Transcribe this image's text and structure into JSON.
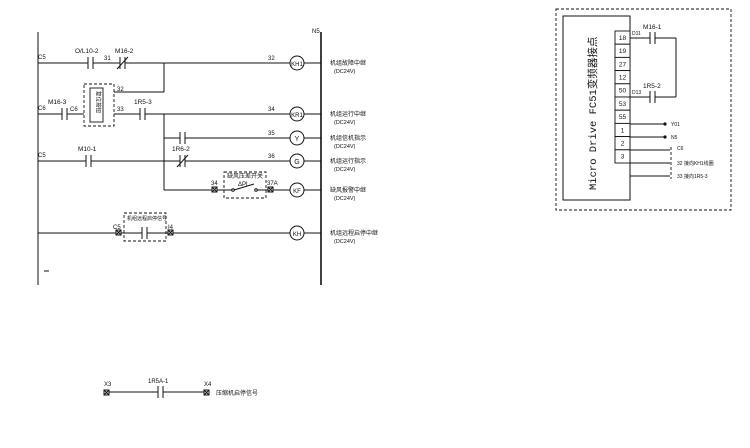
{
  "schematic": {
    "rail_label": "N5",
    "rows": {
      "fault_relay": {
        "wire_left": "C5",
        "contact_a": "O/L10-2",
        "wire_a": "31",
        "contact_b": "M16-2",
        "wire_out": "32",
        "coil": "KH1",
        "desc": "机组故障中继",
        "volt": "(DC24V)",
        "reset_button": "复位按钮",
        "wire_reset": "32"
      },
      "run_relay": {
        "wire_left": "C6",
        "contact_a": "M16-3",
        "wire_mid": "C6",
        "wire_a": "33",
        "contact_b": "1R5-3",
        "wire_out": "34",
        "coil": "KR1",
        "desc": "机组运行中继",
        "volt": "(DC24V)"
      },
      "fault_indicator": {
        "wire_out": "35",
        "coil": "Y",
        "desc": "机组信机指示",
        "volt": "(DC24V)"
      },
      "run_indicator": {
        "wire_left": "C5",
        "contact_a": "M10-1",
        "contact_b": "1R6-2",
        "wire_out": "36",
        "coil": "G",
        "desc": "机组运行指示",
        "volt": "(DC24V)"
      },
      "wind_alarm": {
        "switch_box": "缺风压差开关",
        "switch_sym": "ΔPL",
        "term_a": "34",
        "term_b": "37A",
        "coil": "KF",
        "desc": "缺风报警中继",
        "volt": "(DC24V)"
      },
      "remote_relay": {
        "box_label": "机组远程启停信号",
        "term_a": "C5",
        "term_b": "I4",
        "coil": "KH",
        "desc": "机组远程启停中继",
        "volt": "(DC24V)"
      }
    },
    "compressor": {
      "term_a": "X3",
      "contact": "1R5A-1",
      "term_b": "X4",
      "desc": "压缩机启停信号"
    }
  },
  "vfd": {
    "title": "Micro Drive FC51变频器接点",
    "terminals": [
      "18",
      "19",
      "27",
      "12",
      "50",
      "53",
      "55",
      "1",
      "2",
      "3"
    ],
    "contact_top": "M16-1",
    "wire_top": "D11",
    "contact_bottom": "1R5-2",
    "wire_bottom": "D13",
    "ext_53": "Y01",
    "ext_55": "N5",
    "ext_1": "C6",
    "ext_2": "32 接向KH1线圈",
    "ext_3": "33 接向1R5-3"
  }
}
